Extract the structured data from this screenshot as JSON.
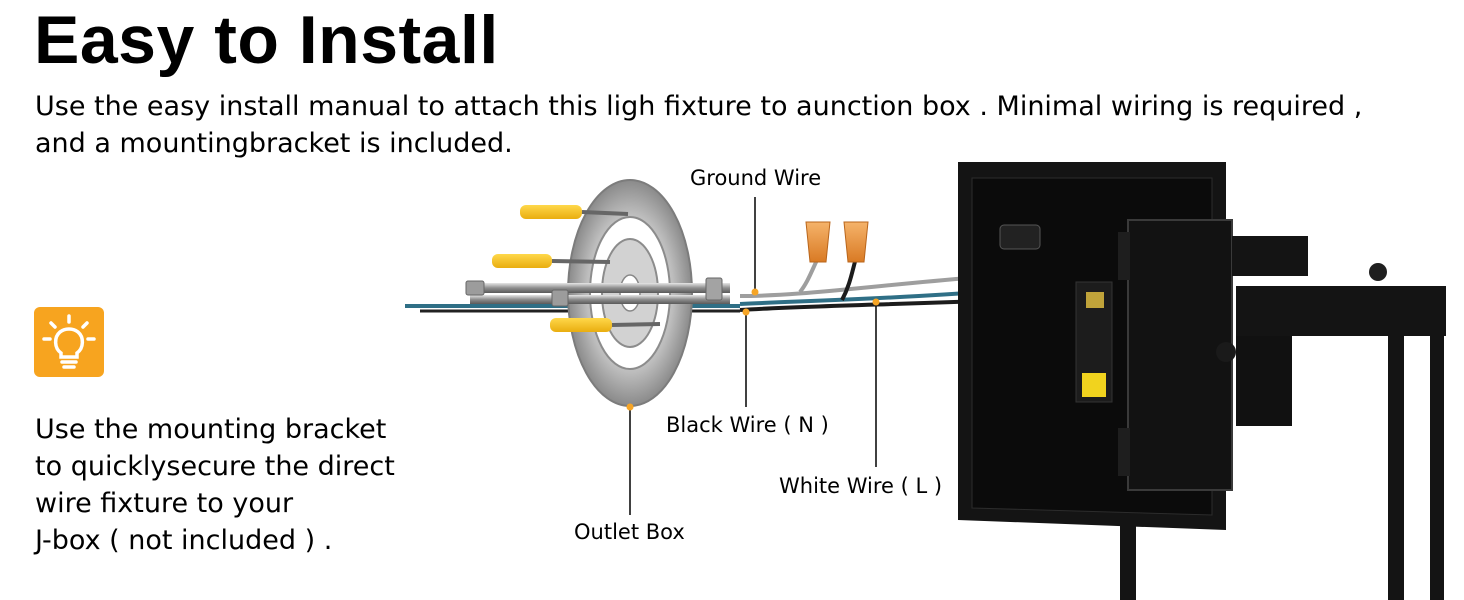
{
  "heading": {
    "title": "Easy to Install",
    "subtitle_line1": "Use the easy install manual to attach this ligh fixture to aunction box . Minimal wiring is required ,",
    "subtitle_line2": "and a mountingbracket is included."
  },
  "tip": {
    "icon": "lightbulb-icon",
    "line1": "Use the mounting bracket",
    "line2": "to quicklysecure the direct",
    "line3": "wire fixture to your",
    "line4": "J-box ( not included ) ."
  },
  "callouts": {
    "ground_wire": "Ground Wire",
    "black_wire": "Black Wire ( N )",
    "white_wire": "White Wire ( L )",
    "outlet_box": "Outlet Box"
  },
  "colors": {
    "accent_orange": "#f7a41f",
    "anchor_yellow": "#f6c21c",
    "wire_nut_orange": "#e9923a",
    "fixture_black": "#141414"
  }
}
